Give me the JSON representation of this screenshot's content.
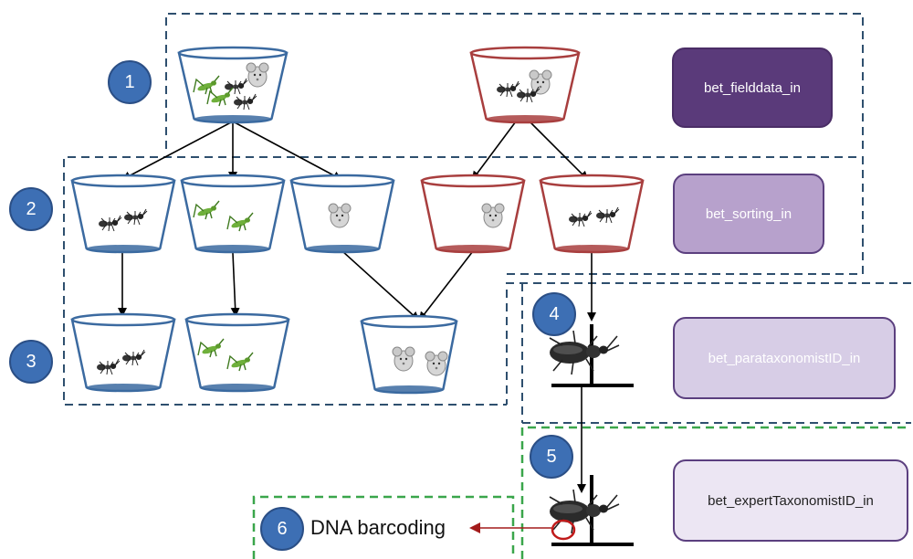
{
  "steps": [
    {
      "number": "1",
      "table": "bet_fielddata_in"
    },
    {
      "number": "2",
      "table": "bet_sorting_in"
    },
    {
      "number": "3",
      "table": ""
    },
    {
      "number": "4",
      "table": "bet_parataxonomistID_in"
    },
    {
      "number": "5",
      "table": "bet_expertTaxonomistID_in"
    },
    {
      "number": "6",
      "label": "DNA barcoding"
    }
  ],
  "colors": {
    "blue_cup": "#3b6aa0",
    "red_cup": "#a83e3e",
    "step_circle": "#3d6fb4",
    "dashed_blue": "#2e4f6e",
    "dashed_green": "#3aa64b",
    "box1_fill": "#5a3a7a",
    "box2_fill": "#b7a1cc",
    "box4_fill": "#d7cde6",
    "box5_fill": "#ece6f3",
    "box_border": "#5b3f7f",
    "dna_arrow": "#a31b1b"
  },
  "icons": [
    "cup-icon",
    "ant-icon",
    "grasshopper-icon",
    "mouse-icon",
    "beetle-icon",
    "pin-icon"
  ]
}
